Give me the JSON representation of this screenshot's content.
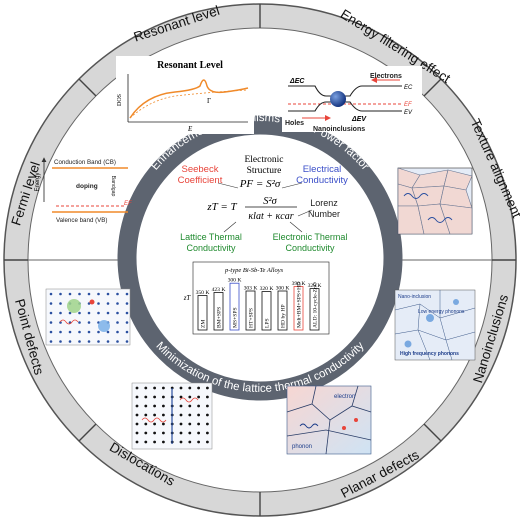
{
  "outer_ring": {
    "resonant_level": "Resonant level",
    "energy_filtering": "Energy filtering effect",
    "fermi_level": "Fermi level",
    "texture_alignment": "Texture alignment",
    "point_defects": "Point defects",
    "nanoinclusions": "Nanoinclusions",
    "dislocations": "Dislocations",
    "planar_defects": "Planar defects"
  },
  "inner_ring": {
    "top": "Enhancement mechanisms in the Power factor",
    "bottom": "Minimization of the lattice thermal conductivity"
  },
  "center": {
    "seebeck": "Seebeck Coefficient",
    "seebeck_l1": "Seebeck",
    "seebeck_l2": "Coefficient",
    "electronic_structure_l1": "Electronic",
    "electronic_structure_l2": "Structure",
    "electrical_l1": "Electrical",
    "electrical_l2": "Conductivity",
    "pf_eq": "PF = S²σ",
    "zt_lhs": "zT = T",
    "zt_num": "S²σ",
    "zt_den": "κlat + κcar",
    "lorenz_l1": "Lorenz",
    "lorenz_l2": "Number",
    "lattice_l1": "Lattice Thermal",
    "lattice_l2": "Conductivity",
    "electronic_l1": "Electronic Thermal",
    "electronic_l2": "Conductivity",
    "colors": {
      "seebeck": "#e8443a",
      "electrical": "#3a4ec8",
      "thermal": "#1f8a2e"
    }
  },
  "panels": {
    "resonant": {
      "title": "Resonant Level",
      "ylabel": "DOS",
      "xlabel": "E",
      "gamma": "Γ"
    },
    "filtering": {
      "electrons": "Electrons",
      "holes": "Holes",
      "nano": "Nanoinclusions",
      "dec": "ΔEC",
      "dev": "ΔEV",
      "ec": "EC",
      "ef": "EF",
      "ev": "EV"
    },
    "fermi": {
      "cb": "Conduction Band (CB)",
      "vb": "Valence band (VB)",
      "doping": "doping",
      "bandgap": "Bandgap",
      "energy": "Energy",
      "ef": "EF"
    },
    "nano_panel": {
      "l1": "Nano-inclusion",
      "l2": "Low energy phonons",
      "l3": "High frequency phonons"
    },
    "planar": {
      "electron": "electron",
      "phonon": "phonon"
    }
  },
  "chart_data": {
    "type": "bar",
    "title": "p-type Bi-Sb-Te Alloys",
    "ylabel": "zT",
    "categories": [
      "ZM",
      "BM+SPS",
      "MS+SPS",
      "HT+SPS",
      "LPS",
      "HD by HP",
      "Melt+BM+SPS+HD",
      "ALD: 10-cycle-ZnO"
    ],
    "values": [
      1.15,
      1.25,
      1.56,
      1.3,
      1.28,
      1.3,
      1.45,
      1.38
    ],
    "temps": [
      "350 K",
      "423 K",
      "300 K",
      "303 K",
      "320 K",
      "300 K",
      "390 K",
      "329 K"
    ],
    "bar_colors": [
      "#111111",
      "#111111",
      "#3a4ec8",
      "#111111",
      "#111111",
      "#111111",
      "#e8443a",
      "#111111"
    ],
    "ylim": [
      0,
      1.8
    ]
  }
}
